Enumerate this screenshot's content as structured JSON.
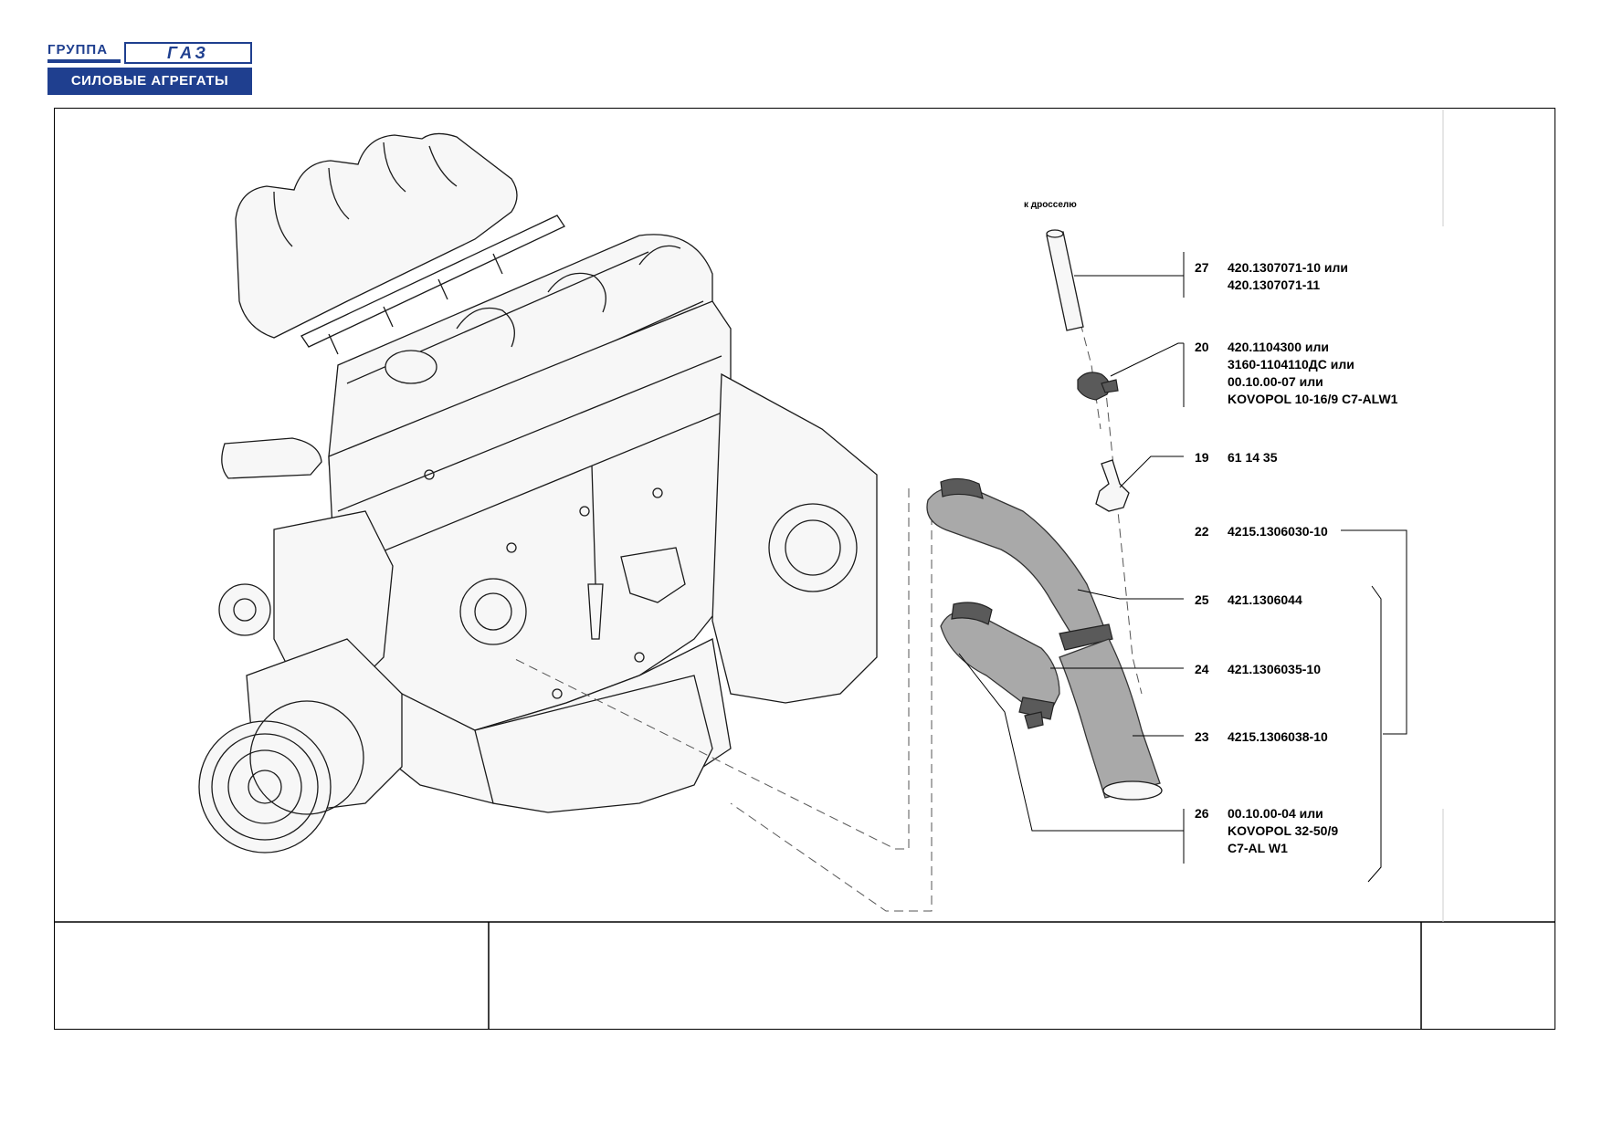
{
  "logo": {
    "top_text": "ГРУППА",
    "mark_text": "ГАЗ",
    "band_text": "СИЛОВЫЕ АГРЕГАТЫ",
    "color": "#1f3f8f"
  },
  "diagram": {
    "note": "к дросселю",
    "callouts": [
      {
        "num": "27",
        "lines": [
          "420.1307071-10 или",
          "420.1307071-11"
        ]
      },
      {
        "num": "20",
        "lines": [
          "420.1104300 или",
          "3160-1104110ДС или",
          "00.10.00-07 или",
          "KOVOPOL 10-16/9 C7-ALW1"
        ]
      },
      {
        "num": "19",
        "lines": [
          "61 14 35"
        ]
      },
      {
        "num": "22",
        "lines": [
          "4215.1306030-10"
        ]
      },
      {
        "num": "25",
        "lines": [
          "421.1306044"
        ]
      },
      {
        "num": "24",
        "lines": [
          "421.1306035-10"
        ]
      },
      {
        "num": "23",
        "lines": [
          "4215.1306038-10"
        ]
      },
      {
        "num": "26",
        "lines": [
          "00.10.00-04 или",
          "KOVOPOL 32-50/9",
          "C7-AL W1"
        ]
      }
    ]
  }
}
